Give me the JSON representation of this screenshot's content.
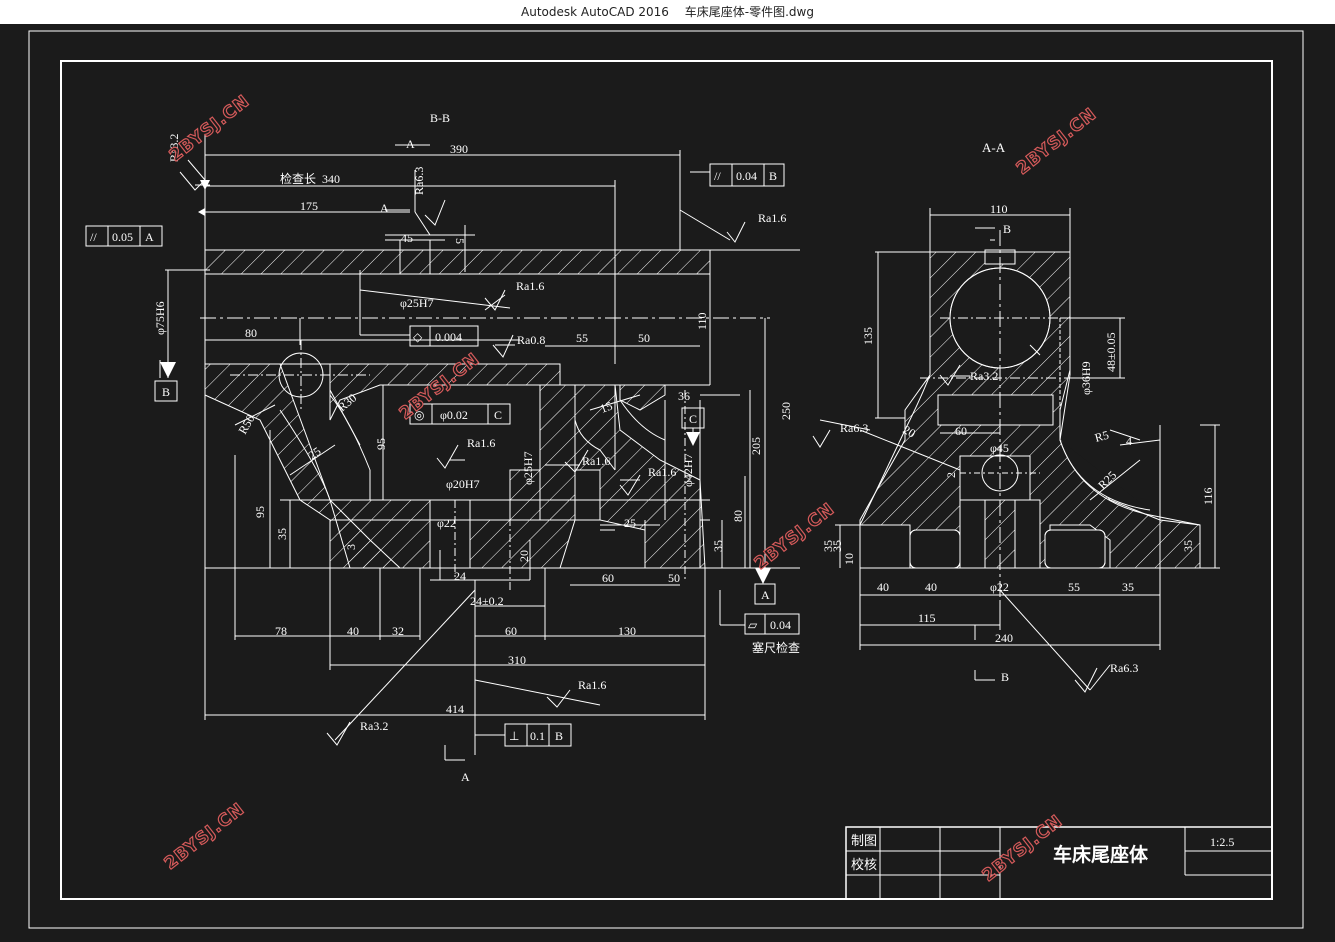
{
  "window": {
    "app_title": "Autodesk AutoCAD 2016",
    "file_title": "车床尾座体-零件图.dwg"
  },
  "colors": {
    "background": "#1b1b1b",
    "line": "#ffffff",
    "watermark": "#d45a5a"
  },
  "watermark": "2BYSJ.CN",
  "views": {
    "section_bb": "B-B",
    "section_aa": "A-A"
  },
  "labels": {
    "a": "A",
    "b": "B",
    "c": "C",
    "d390": "390",
    "check_len": "检查长",
    "d340": "340",
    "d175": "175",
    "d45": "45",
    "d5": "5",
    "d80": "80",
    "d55": "55",
    "d50": "50",
    "d36": "36",
    "d110": "110",
    "d250": "250",
    "d205": "205",
    "phi75h6": "φ75H6",
    "phi25h7_top": "φ25H7",
    "r50": "R50",
    "r30": "R30",
    "d25": "25",
    "d95": "95",
    "d95b": "95",
    "d35a": "35",
    "phi20h7": "φ20H7",
    "phi22": "φ22",
    "d3": "3",
    "d24": "24",
    "d20": "20",
    "phi25h7_mid": "φ25H7",
    "d15": "15",
    "phi42h7": "φ42H7",
    "d25b": "25",
    "d80b": "80",
    "d35b": "35",
    "d60": "60",
    "d50b": "50",
    "d78": "78",
    "d40": "40",
    "d32": "32",
    "d24pm": "24±0.2",
    "d60b": "60",
    "d130": "130",
    "d310": "310",
    "d414": "414",
    "feeler": "塞尺检查",
    "aa110": "110",
    "aa135": "135",
    "aa48": "48±0.05",
    "aa36h9": "φ36H9",
    "aa60": "60",
    "aa20": "20",
    "aa45": "φ45",
    "aa2": "2",
    "aa116": "116",
    "aa35": "35",
    "aa35b": "35",
    "aa35c": "35",
    "aa10": "10",
    "aa40a": "40",
    "aa40b": "40",
    "aa22": "φ22",
    "aa55": "55",
    "aa35d": "35",
    "aa115": "115",
    "aa240": "240",
    "aa4": "4",
    "r5": "R5",
    "r25": "R25"
  },
  "roughness": {
    "ra32_top": "Ra3.2",
    "ra63_top": "Ra6.3",
    "ra16_a": "Ra1.6",
    "ra16_b": "Ra1.6",
    "ra08": "Ra0.8",
    "ra16_c": "Ra1.6",
    "ra16_d": "Ra1.6",
    "ra16_e": "Ra1.6",
    "ra16_f": "Ra1.6",
    "ra32_b": "Ra3.2",
    "ra63_aa": "Ra6.3",
    "ra32_aa": "Ra3.2",
    "ra63_bot": "Ra6.3"
  },
  "tolerances": {
    "par_004": {
      "symbol": "//",
      "value": "0.04",
      "datum": "B"
    },
    "par_005": {
      "symbol": "//",
      "value": "0.05",
      "datum": "A"
    },
    "cyl_004": {
      "symbol": "◇",
      "value": "0.004",
      "datum": ""
    },
    "pos_002": {
      "symbol": "◎",
      "value": "φ0.02",
      "datum": "C"
    },
    "flat_004": {
      "symbol": "▱",
      "value": "0.04",
      "datum": ""
    },
    "perp_01": {
      "symbol": "⊥",
      "value": "0.1",
      "datum": "B"
    }
  },
  "title_block": {
    "drawn_label": "制图",
    "checked_label": "校核",
    "part_name": "车床尾座体",
    "scale": "1:2.5"
  }
}
